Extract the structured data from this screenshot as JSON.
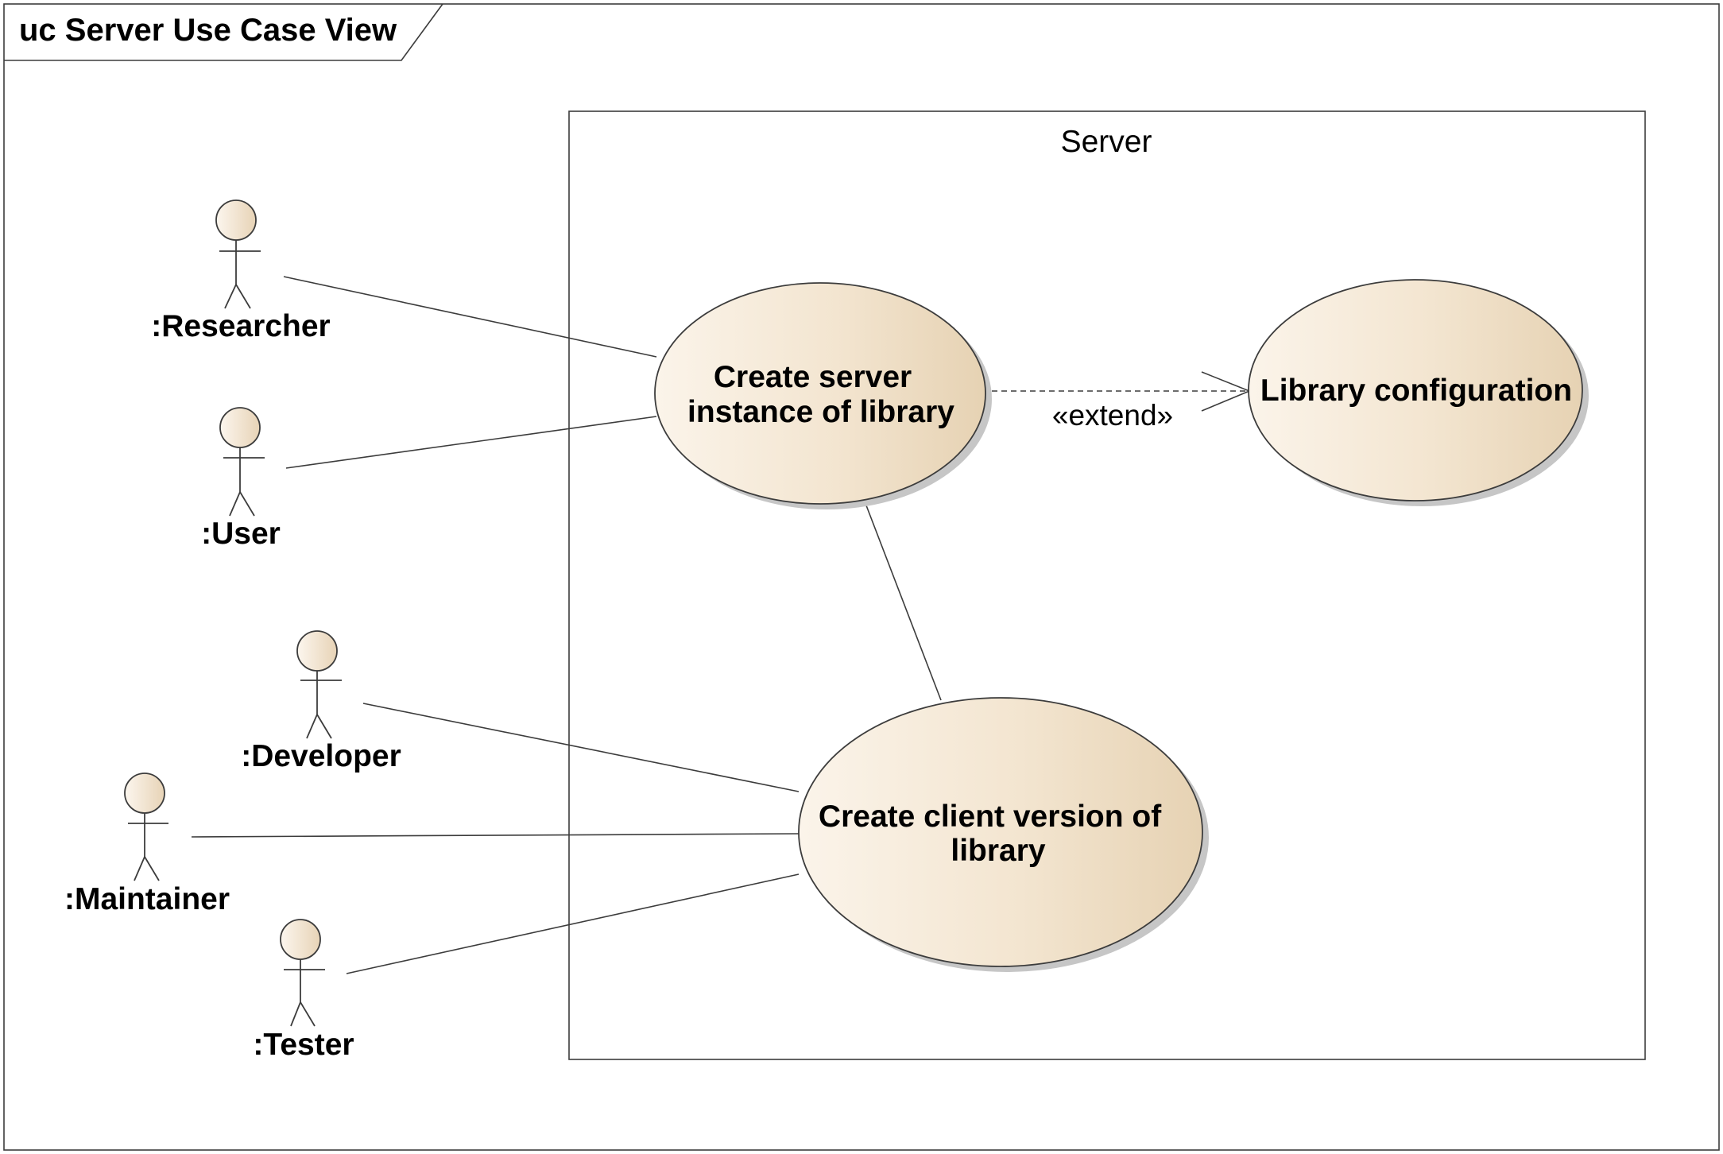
{
  "frame": {
    "title": "uc Server Use Case View"
  },
  "boundary": {
    "label": "Server"
  },
  "actors": [
    {
      "id": "researcher",
      "label": ":Researcher"
    },
    {
      "id": "user",
      "label": ":User"
    },
    {
      "id": "developer",
      "label": ":Developer"
    },
    {
      "id": "maintainer",
      "label": ":Maintainer"
    },
    {
      "id": "tester",
      "label": ":Tester"
    }
  ],
  "use_cases": [
    {
      "id": "create-server",
      "lines": [
        "Create server",
        "instance of library"
      ]
    },
    {
      "id": "library-config",
      "lines": [
        "Library configuration"
      ]
    },
    {
      "id": "create-client",
      "lines": [
        "Create client version of",
        "library"
      ]
    }
  ],
  "relationships": {
    "extend_label": "«extend»"
  },
  "colors": {
    "usecase_fill_light": "#f8efe2",
    "usecase_fill_dark": "#e8d6ba",
    "actor_head_light": "#fbf3e8",
    "actor_head_dark": "#ead8bd",
    "shadow": "#c8c8c8",
    "line": "#3c3c3c"
  }
}
